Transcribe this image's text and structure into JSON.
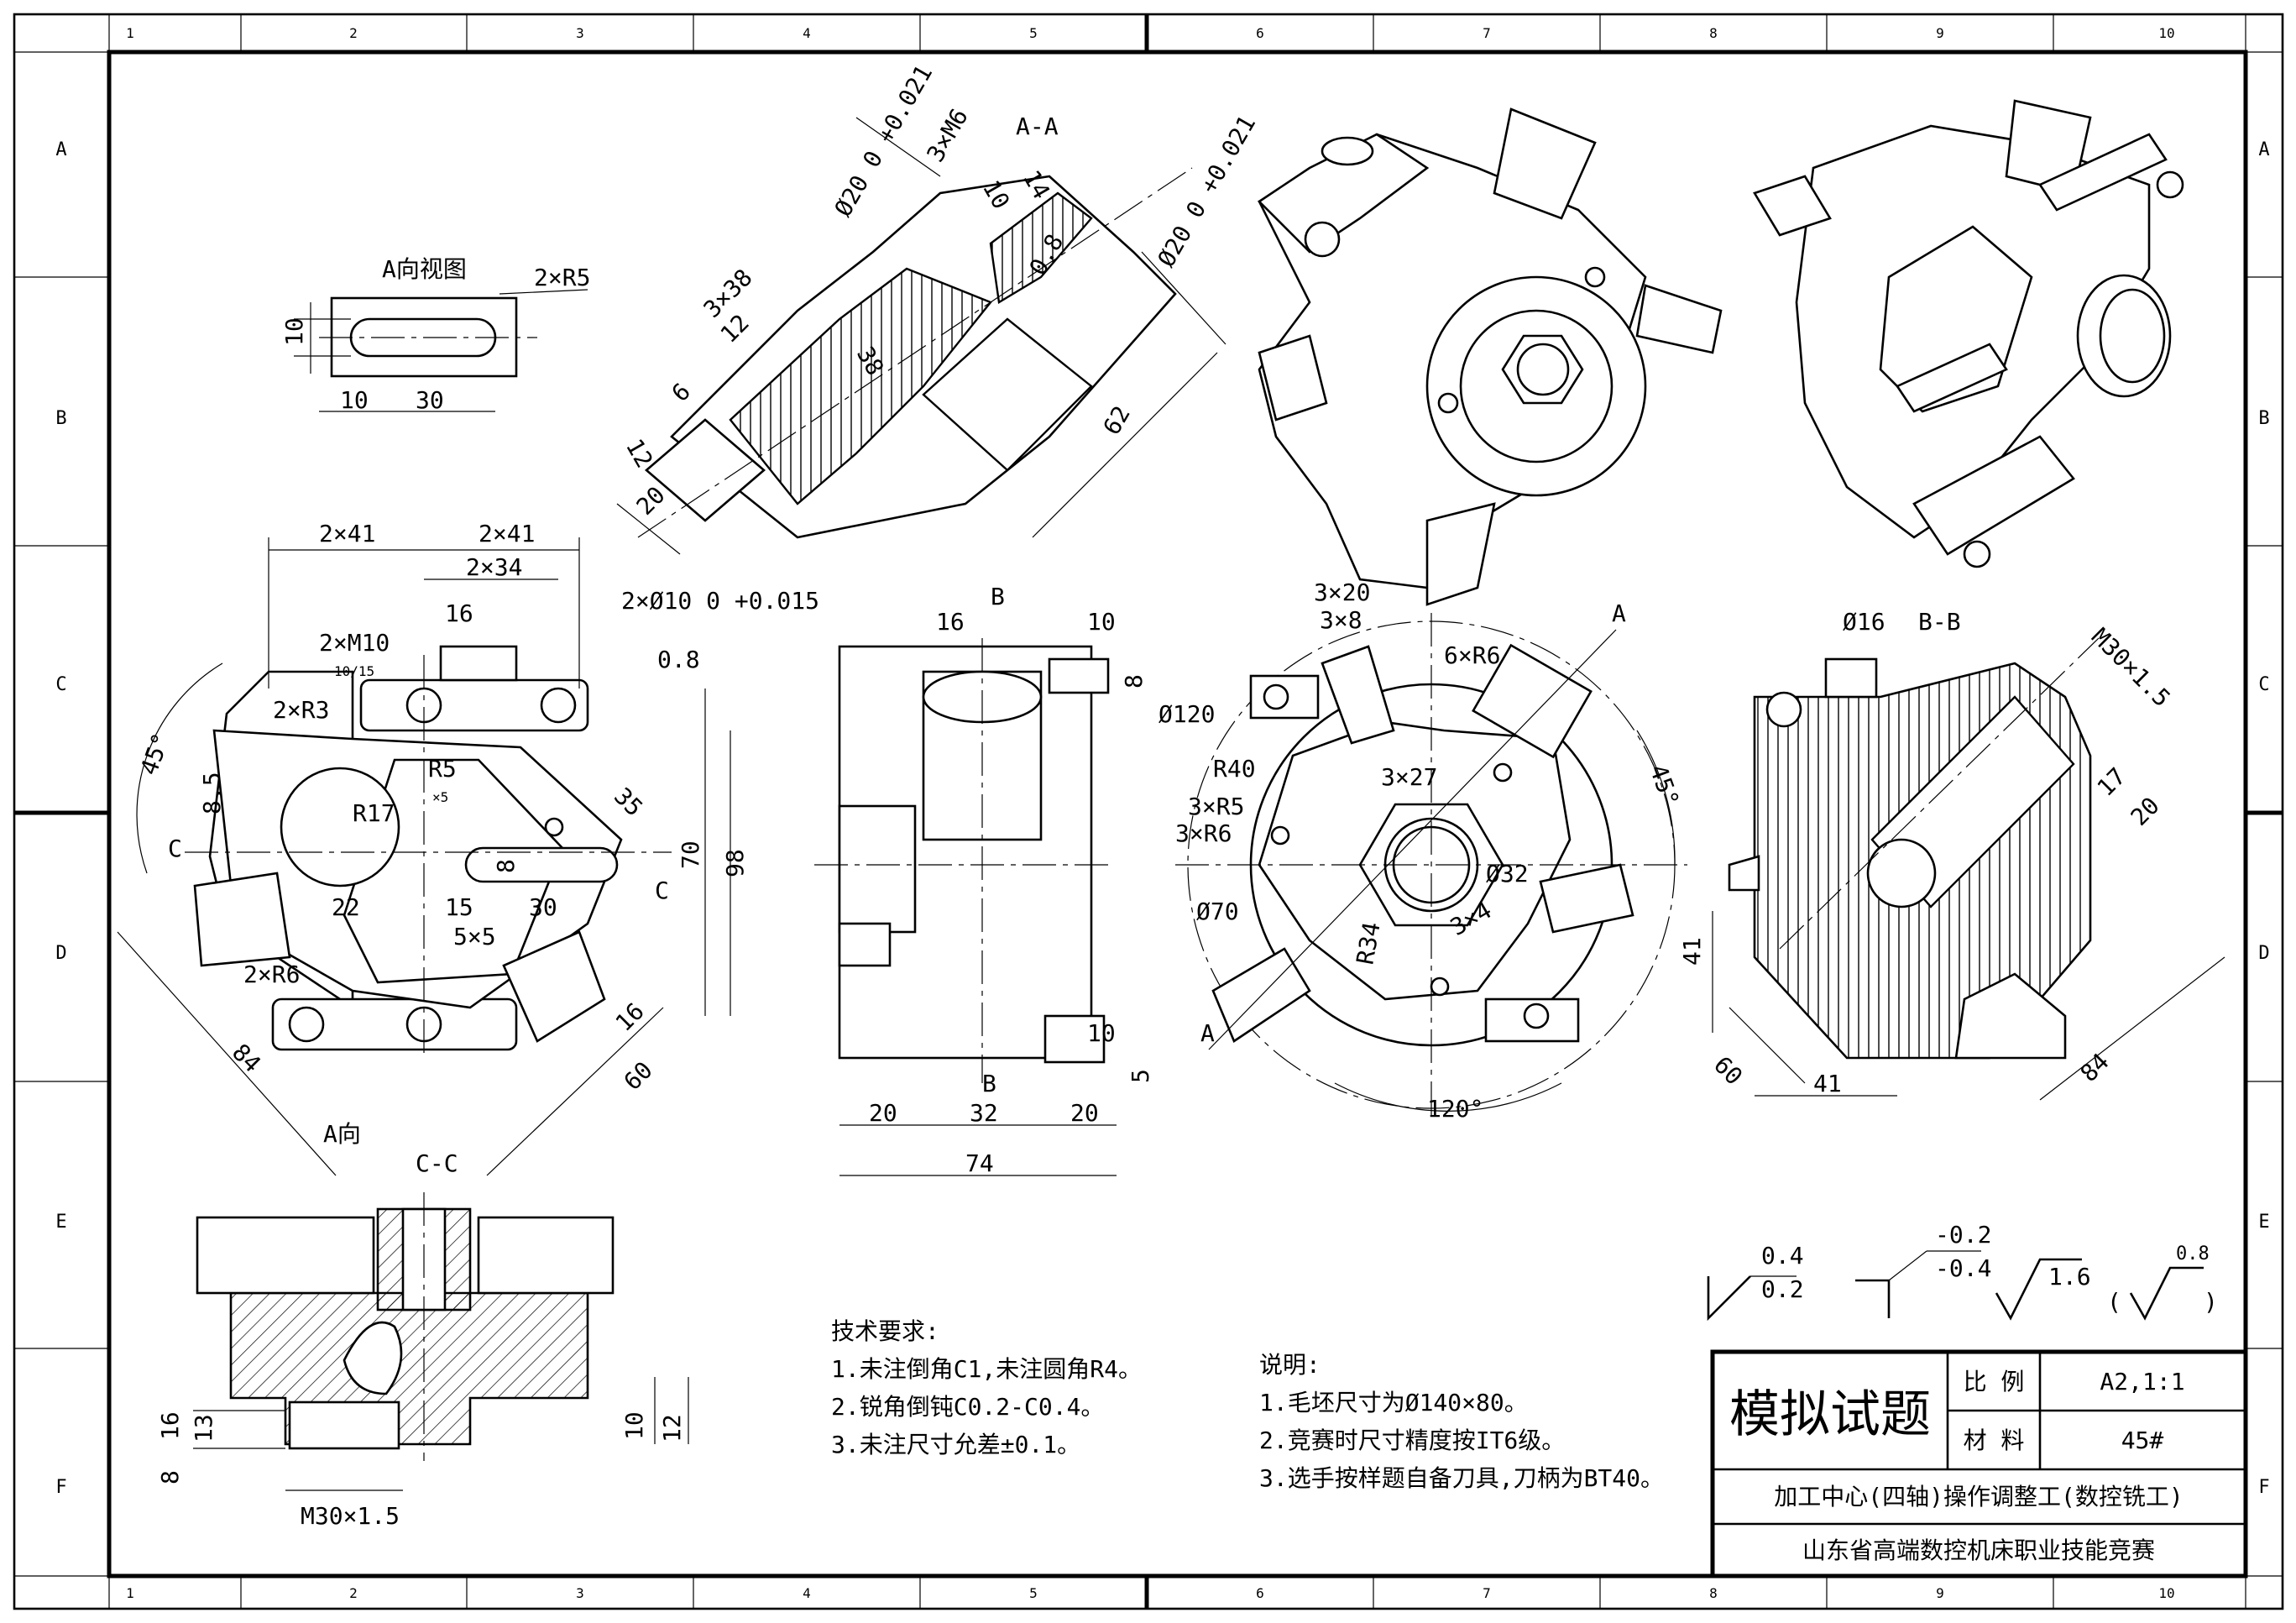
{
  "frame": {
    "columns": [
      "1",
      "2",
      "3",
      "4",
      "5",
      "6",
      "7",
      "8",
      "9",
      "10"
    ],
    "rows": [
      "A",
      "B",
      "C",
      "D",
      "E",
      "F"
    ]
  },
  "views": {
    "a_view_title": "A向视图",
    "section_aa": "A-A",
    "section_bb": "B-B",
    "section_cc": "C-C",
    "marker_a": "A",
    "marker_b": "B",
    "marker_c": "C",
    "a_direction": "A向"
  },
  "dimensions": {
    "a_view": [
      "2×R5",
      "10",
      "10",
      "30"
    ],
    "section_aa": [
      "Ø20 0 +0.021",
      "3×M6",
      "14",
      "10",
      "0.8",
      "Ø20 0 +0.021",
      "3×38",
      "12",
      "38",
      "6",
      "12",
      "20",
      "62"
    ],
    "front_view": [
      "2×41",
      "2×41",
      "2×34",
      "16",
      "2×Ø10 0 +0.015",
      "0.8",
      "2×M10",
      "10/15",
      "2×R3",
      "R5",
      "×5",
      "45°",
      "8.5",
      "R17",
      "35",
      "C",
      "C",
      "8",
      "22",
      "15",
      "30",
      "70",
      "98",
      "5×5",
      "2×R6",
      "16",
      "84",
      "60"
    ],
    "side_view": [
      "16",
      "10",
      "8",
      "20",
      "32",
      "20",
      "10",
      "5",
      "74"
    ],
    "top_view": [
      "3×20",
      "3×8",
      "6×R6",
      "Ø120",
      "R40",
      "3×27",
      "3×R5",
      "3×R6",
      "Ø32",
      "Ø70",
      "R34",
      "3×4",
      "45°",
      "120°"
    ],
    "section_bb_dims": [
      "Ø16",
      "M30×1.5",
      "17",
      "20",
      "41",
      "41",
      "60",
      "84"
    ],
    "section_cc_dims": [
      "16",
      "13",
      "8",
      "10",
      "12",
      "M30×1.5"
    ]
  },
  "symbols": {
    "tol_a_top": "0.4",
    "tol_a_bottom": "0.2",
    "tol_b_top": "-0.2",
    "tol_b_bottom": "-0.4",
    "rough_1": "1.6",
    "rough_2": "0.8",
    "paren_open": "(",
    "paren_close": ")"
  },
  "tech_requirements": {
    "title": "技术要求:",
    "items": [
      "1.未注倒角C1,未注圆角R4。",
      "2.锐角倒钝C0.2-C0.4。",
      "3.未注尺寸允差±0.1。"
    ]
  },
  "notes": {
    "title": "说明:",
    "items": [
      "1.毛坯尺寸为Ø140×80。",
      "2.竞赛时尺寸精度按IT6级。",
      "3.选手按样题自备刀具,刀柄为BT40。"
    ]
  },
  "title_block": {
    "title": "模拟试题",
    "scale_label": "比 例",
    "scale_value": "A2,1:1",
    "material_label": "材 料",
    "material_value": "45#",
    "job": "加工中心(四轴)操作调整工(数控铣工)",
    "organizer": "山东省高端数控机床职业技能竞赛"
  }
}
